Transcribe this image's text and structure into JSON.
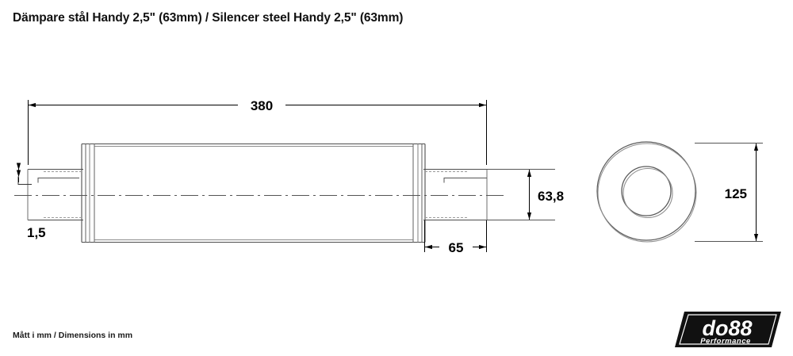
{
  "document": {
    "title": "Dämpare stål Handy 2,5\" (63mm) / Silencer steel Handy 2,5\" (63mm)",
    "footer_note": "Mått i mm / Dimensions in mm",
    "units": "mm"
  },
  "drawing": {
    "type": "technical-drawing",
    "views": [
      {
        "name": "side-view",
        "description": "Silencer side section view"
      },
      {
        "name": "end-view",
        "description": "Silencer end view with concentric pipe and body circles"
      }
    ],
    "line_color": "#4a4a4a",
    "dim_color": "#000000"
  },
  "dimensions": {
    "overall_length": "380",
    "inlet_outlet_diameter": "63,8",
    "pipe_stub_length": "65",
    "wall_thickness": "1,5",
    "body_diameter": "125"
  },
  "logo": {
    "brand": "do88",
    "tagline": "Performance",
    "background": "#111111",
    "text_color": "#ffffff"
  }
}
